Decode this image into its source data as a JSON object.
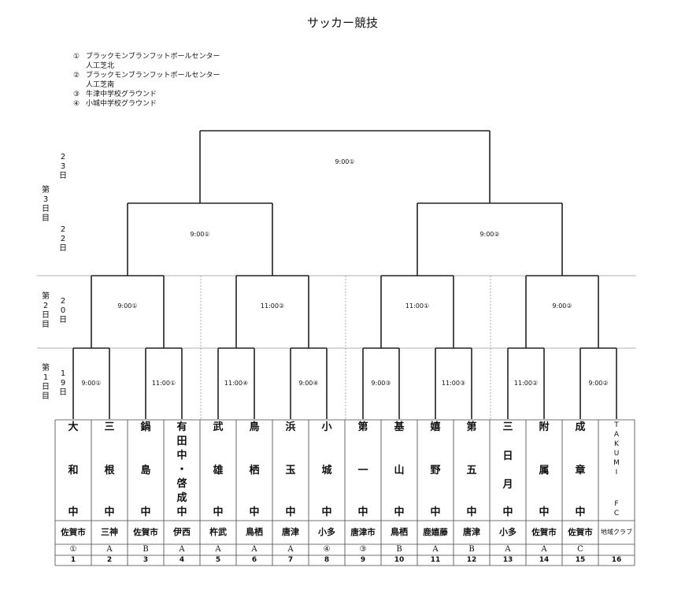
{
  "title": "サッカー競技",
  "venues": [
    {
      "num": "①",
      "name": "ブラックモンブランフットボールセンター",
      "sub": "人工芝北"
    },
    {
      "num": "②",
      "name": "ブラックモンブランフットボールセンター",
      "sub": "人工芝南"
    },
    {
      "num": "③",
      "name": "牛津中学校グラウンド",
      "sub": ""
    },
    {
      "num": "④",
      "name": "小城中学校グラウンド",
      "sub": ""
    }
  ],
  "days": [
    {
      "label": "第3日目",
      "dates": [
        "23日",
        "22日"
      ]
    },
    {
      "label": "第2日目",
      "dates": [
        "20日"
      ]
    },
    {
      "label": "第1日目",
      "dates": [
        "19日"
      ]
    }
  ],
  "matches": {
    "final": "9:00①",
    "semis": [
      "9:00①",
      "9:00②"
    ],
    "quarters": [
      "9:00①",
      "11:00②",
      "11:00①",
      "9:00②"
    ],
    "first_round": [
      "9:00①",
      "11:00①",
      "11:00④",
      "9:00④",
      "9:00③",
      "11:00③",
      "11:00②",
      "9:00②"
    ]
  },
  "teams": [
    {
      "school": [
        "大",
        "和",
        "中"
      ],
      "city": "佐賀市",
      "venue": "①",
      "slot": "1"
    },
    {
      "school": [
        "三",
        "根",
        "中"
      ],
      "city": "三神",
      "venue": "A",
      "slot": "2"
    },
    {
      "school": [
        "鍋",
        "島",
        "中"
      ],
      "city": "佐賀市",
      "venue": "B",
      "slot": "3"
    },
    {
      "school": [
        "有",
        "田",
        "中",
        "・",
        "啓",
        "成",
        "中"
      ],
      "city": "伊西",
      "venue": "A",
      "slot": "4"
    },
    {
      "school": [
        "武",
        "雄",
        "中"
      ],
      "city": "杵武",
      "venue": "A",
      "slot": "5"
    },
    {
      "school": [
        "鳥",
        "栖",
        "中"
      ],
      "city": "鳥栖",
      "venue": "A",
      "slot": "6"
    },
    {
      "school": [
        "浜",
        "玉",
        "中"
      ],
      "city": "唐津",
      "venue": "A",
      "slot": "7"
    },
    {
      "school": [
        "小",
        "城",
        "中"
      ],
      "city": "小多",
      "venue": "④",
      "slot": "8"
    },
    {
      "school": [
        "第",
        "一",
        "中"
      ],
      "city": "唐津市",
      "venue": "③",
      "slot": "9"
    },
    {
      "school": [
        "基",
        "山",
        "中"
      ],
      "city": "鳥栖",
      "venue": "B",
      "slot": "10"
    },
    {
      "school": [
        "嬉",
        "野",
        "中"
      ],
      "city": "鹿嬉藤",
      "venue": "A",
      "slot": "11"
    },
    {
      "school": [
        "第",
        "五",
        "中"
      ],
      "city": "唐津",
      "venue": "B",
      "slot": "12"
    },
    {
      "school": [
        "三",
        "日",
        "月",
        "中"
      ],
      "city": "小多",
      "venue": "A",
      "slot": "13"
    },
    {
      "school": [
        "附",
        "属",
        "中"
      ],
      "city": "佐賀市",
      "venue": "A",
      "slot": "14"
    },
    {
      "school": [
        "成",
        "章",
        "中"
      ],
      "city": "佐賀市",
      "venue": "C",
      "slot": "15"
    },
    {
      "school": [
        "T",
        "A",
        "K",
        "U",
        "M",
        "I",
        "F",
        "C"
      ],
      "city": "地域クラブ",
      "venue": "",
      "slot": "16"
    }
  ]
}
